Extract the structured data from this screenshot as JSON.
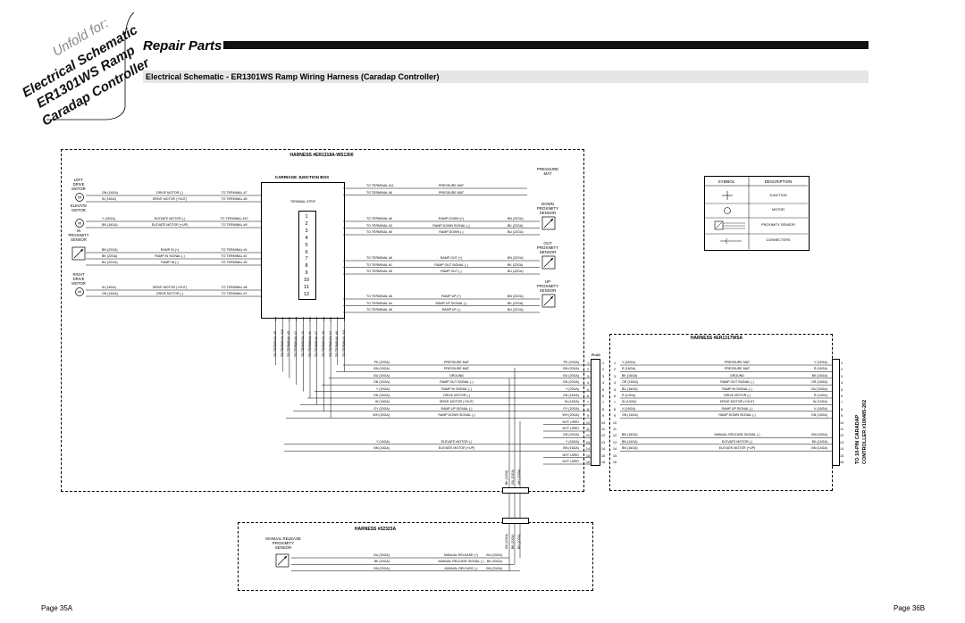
{
  "header": {
    "unfold_lines": [
      "Unfold for:",
      "Electrical Schematic",
      "ER1301WS Ramp",
      "Caradap Controller"
    ],
    "page_title": "Repair Parts",
    "subtitle": "Electrical Schematic - ER1301WS Ramp Wiring Harness (Caradap Controller)"
  },
  "harness1": {
    "title": "HARNESS #ER1318A-WS1300",
    "junction_box_title": "CARRIAGE JUNCTION BOX",
    "terminal_strip_label": "TERMINAL STRIP",
    "terminal_numbers": [
      "1",
      "2",
      "3",
      "4",
      "5",
      "6",
      "7",
      "8",
      "9",
      "10",
      "11",
      "12"
    ],
    "left_components": [
      {
        "name": "LEFT\nDRIVE\nMOTOR",
        "wires": [
          {
            "color": "GN (16GA)",
            "desc": "DRIVE MOTOR (-)",
            "to": "TO TERMINAL #7"
          },
          {
            "color": "W (16GA)",
            "desc": "DRIVE MOTOR (+OUT)",
            "to": "TO TERMINAL #8"
          }
        ]
      },
      {
        "name": "ELEVATE\nMOTOR",
        "wires": [
          {
            "color": "Y (16GA)",
            "desc": "ELEVATE MOTOR (-)",
            "to": "TO TERMINAL #10"
          },
          {
            "color": "BN (16GA)",
            "desc": "ELEVATE MOTOR (+UP)",
            "to": "TO TERMINAL #9"
          }
        ]
      },
      {
        "name": "IN\nPROXIMITY\nSENSOR",
        "wires": [
          {
            "color": "BN (22GA)",
            "desc": "RAMP IN (+)",
            "to": "TO TERMINAL #4"
          },
          {
            "color": "BK (22GA)",
            "desc": "RAMP IN SIGNAL (-)",
            "to": "TO TERMINAL #2"
          },
          {
            "color": "BU (22GA)",
            "desc": "RAMP IN (-)",
            "to": "TO TERMINAL #5"
          }
        ]
      },
      {
        "name": "RIGHT\nDRIVE\nMOTOR",
        "wires": [
          {
            "color": "W (16GA)",
            "desc": "DRIVE MOTOR (+OUT)",
            "to": "TO TERMINAL #8"
          },
          {
            "color": "GN (16GA)",
            "desc": "DRIVE MOTOR (-)",
            "to": "TO TERMINAL #7"
          }
        ]
      }
    ],
    "right_components": [
      {
        "name": "PRESSURE\nMAT",
        "wires": [
          {
            "to": "TO TERMINAL #11",
            "desc": "PRESSURE MAT",
            "color": ""
          },
          {
            "to": "TO TERMINAL #6",
            "desc": "PRESSURE MAT",
            "color": ""
          }
        ]
      },
      {
        "name": "DOWN\nPROXIMITY\nSENSOR",
        "wires": [
          {
            "to": "TO TERMINAL #6",
            "desc": "RAMP DOWN (+)",
            "color": "BN (22GA)"
          },
          {
            "to": "TO TERMINAL #3",
            "desc": "RAMP DOWN SIGNAL (-)",
            "color": "BK (22GA)"
          },
          {
            "to": "TO TERMINAL #5",
            "desc": "RAMP DOWN (-)",
            "color": "BU (22GA)"
          }
        ]
      },
      {
        "name": "OUT\nPROXIMITY\nSENSOR",
        "wires": [
          {
            "to": "TO TERMINAL #6",
            "desc": "RAMP OUT (+)",
            "color": "BN (22GA)"
          },
          {
            "to": "TO TERMINAL #1",
            "desc": "RAMP OUT SIGNAL (-)",
            "color": "BK (22GA)"
          },
          {
            "to": "TO TERMINAL #5",
            "desc": "RAMP OUT (-)",
            "color": "BU (22GA)"
          }
        ]
      },
      {
        "name": "UP\nPROXIMITY\nSENSOR",
        "wires": [
          {
            "to": "TO TERMINAL #6",
            "desc": "RAMP UP (+)",
            "color": "BN (22GA)"
          },
          {
            "to": "TO TERMINAL #4",
            "desc": "RAMP UP SIGNAL (-)",
            "color": "BK (22GA)"
          },
          {
            "to": "TO TERMINAL #6",
            "desc": "RAMP UP (-)",
            "color": "BU (22GA)"
          }
        ]
      }
    ],
    "vertical_terminal_labels": [
      "TO TERMINAL #9",
      "TO TERMINAL #10",
      "TO TERMINAL #5",
      "TO TERMINAL #2",
      "TO TERMINAL #3",
      "TO TERMINAL #1",
      "TO TERMINAL #7",
      "TO TERMINAL #8",
      "TO TERMINAL #4",
      "TO TERMINAL #6",
      "TO TERMINAL #11"
    ],
    "connector_label": "PLUG",
    "connector_rows": [
      {
        "color": "PK (20GA)",
        "desc": "PRESSURE MAT",
        "color2": "PK (20GA)",
        "pin": "1"
      },
      {
        "color": "BN (20GA)",
        "desc": "PRESSURE MAT",
        "color2": "BN (20GA)",
        "pin": "2"
      },
      {
        "color": "BU (20GA)",
        "desc": "GROUND",
        "color2": "BU (20GA)",
        "pin": "3"
      },
      {
        "color": "GN (20GA)",
        "desc": "RAMP OUT SIGNAL (-)",
        "color2": "GN (20GA)",
        "pin": "4"
      },
      {
        "color": "Y (20GA)",
        "desc": "RAMP IN SIGNAL (-)",
        "color2": "Y (20GA)",
        "pin": "5"
      },
      {
        "color": "GN (16GA)",
        "desc": "DRIVE MOTOR (-)",
        "color2": "GN (16GA)",
        "pin": "6"
      },
      {
        "color": "W (16GA)",
        "desc": "DRIVE MOTOR (+OUT)",
        "color2": "W (16GA)",
        "pin": "7"
      },
      {
        "color": "GY (20GA)",
        "desc": "RAMP UP SIGNAL (-)",
        "color2": "GY (20GA)",
        "pin": "8"
      },
      {
        "color": "WH (20GA)",
        "desc": "RAMP DOWN SIGNAL (-)",
        "color2": "WH (20GA)",
        "pin": "9"
      },
      {
        "color": "",
        "desc": "",
        "color2": "NOT USED",
        "pin": "10"
      },
      {
        "color": "",
        "desc": "",
        "color2": "NOT USED",
        "pin": "11"
      },
      {
        "color": "",
        "desc": "",
        "color2": "GN (20GA)",
        "pin": "12"
      },
      {
        "color": "Y (16GA)",
        "desc": "ELEVATE MOTOR (-)",
        "color2": "Y (16GA)",
        "pin": "13"
      },
      {
        "color": "BN (16GA)",
        "desc": "ELEVATE MOTOR (+UP)",
        "color2": "BN (16GA)",
        "pin": "14"
      },
      {
        "color": "",
        "desc": "",
        "color2": "NOT USED",
        "pin": "15"
      },
      {
        "color": "",
        "desc": "",
        "color2": "NOT USED",
        "pin": "16"
      }
    ],
    "bottom_wire_labels": [
      "BK (20GA)",
      "GN (20GA)",
      "WH (20GA)"
    ]
  },
  "legend": {
    "symbol_header": "SYMBOL",
    "description_header": "DESCRIPTION",
    "items": [
      "JUNCTION",
      "MOTOR",
      "PROXIMITY SENSOR",
      "CONNECTORS"
    ]
  },
  "harness2": {
    "title": "HARNESS #ER1317WSA",
    "side_label_1": "TO 10-PIN CARADAP",
    "side_label_2": "CONTROLLER #100485-202",
    "rows": [
      {
        "pin": "1",
        "color": "Y (16GA)",
        "desc": "PRESSURE MAT",
        "color2": "Y (16GA)",
        "pin2": "1"
      },
      {
        "pin": "2",
        "color": "R (16GA)",
        "desc": "PRESSURE MAT",
        "color2": "R (16GA)",
        "pin2": "2"
      },
      {
        "pin": "3",
        "color": "BK (16GA)",
        "desc": "GROUND",
        "color2": "BK (16GA)",
        "pin2": "3"
      },
      {
        "pin": "4",
        "color": "OR (16GA)",
        "desc": "RAMP OUT SIGNAL (-)",
        "color2": "OR (16GA)",
        "pin2": "4"
      },
      {
        "pin": "5",
        "color": "BU (16GA)",
        "desc": "RAMP IN SIGNAL (-)",
        "color2": "BU (16GA)",
        "pin2": "5"
      },
      {
        "pin": "6",
        "color": "R (14GA)",
        "desc": "DRIVE MOTOR (-)",
        "color2": "R (14GA)",
        "pin2": "6"
      },
      {
        "pin": "7",
        "color": "W (14GA)",
        "desc": "DRIVE MOTOR (+OUT)",
        "color2": "W (14GA)",
        "pin2": "7"
      },
      {
        "pin": "8",
        "color": "V (16GA)",
        "desc": "RAMP UP SIGNAL (-)",
        "color2": "V (16GA)",
        "pin2": "8"
      },
      {
        "pin": "9",
        "color": "GN (16GA)",
        "desc": "RAMP DOWN SIGNAL (-)",
        "color2": "GN (16GA)",
        "pin2": "9"
      },
      {
        "pin": "10",
        "color": "",
        "desc": "",
        "color2": "",
        "pin2": "10"
      },
      {
        "pin": "11",
        "color": "",
        "desc": "",
        "color2": "",
        "pin2": "11"
      },
      {
        "pin": "12",
        "color": "BN (16GA)",
        "desc": "MANUAL RELEASE SIGNAL (-)",
        "color2": "BN (16GA)",
        "pin2": "12"
      },
      {
        "pin": "13",
        "color": "BN (14GA)",
        "desc": "ELEVATE MOTOR (-)",
        "color2": "BK (14GA)",
        "pin2": "13"
      },
      {
        "pin": "14",
        "color": "BN (16GA)",
        "desc": "ELEVATE MOTOR (+UP)",
        "color2": "BN (14GA)",
        "pin2": "14"
      },
      {
        "pin": "15",
        "color": "",
        "desc": "",
        "color2": "",
        "pin2": "15"
      },
      {
        "pin": "16",
        "color": "",
        "desc": "",
        "color2": "",
        "pin2": "16"
      }
    ]
  },
  "harness3": {
    "title": "HARNESS #32323A",
    "sensor_name": "MANUAL RELEASE\nPROXIMITY\nSENSOR",
    "rows": [
      {
        "color": "BU (20GA)",
        "desc": "MANUAL RELEASE (+)",
        "color2": "BU (20GA)"
      },
      {
        "color": "BK (20GA)",
        "desc": "MANUAL RELEASE SIGNAL (-)",
        "color2": "BK (20GA)"
      },
      {
        "color": "BN (20GA)",
        "desc": "MANUAL RELEASE (-)",
        "color2": "BN (20GA)"
      }
    ],
    "vertical_labels": [
      "GN (20GA)",
      "BK (20GA)",
      "BN (20GA)"
    ]
  },
  "footer": {
    "left_page": "Page 35A",
    "right_page": "Page 36B"
  }
}
